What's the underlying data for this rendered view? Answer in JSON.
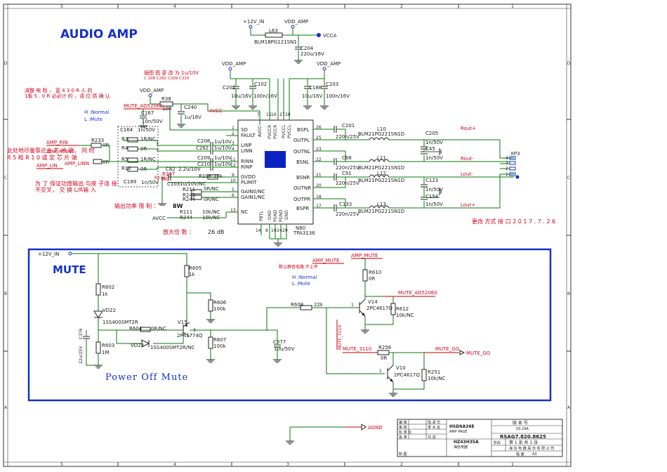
{
  "titles": {
    "audio_amp": "AUDIO AMP",
    "mute": "MUTE",
    "power_off_mute": "Power Off Mute"
  },
  "border": {
    "cols_top": [
      "5",
      "4",
      "3",
      "2",
      "1"
    ],
    "cols_bottom": [
      "5",
      "4",
      "3",
      "2",
      "1"
    ],
    "rows": [
      "D",
      "C",
      "B",
      "A"
    ]
  },
  "power": {
    "v12_top": "+12V_IN",
    "vdd_amp_top": "VDD_AMP",
    "vdd_amp_mid1": "VDD_AMP",
    "vdd_amp_mid2": "VDD_AMP",
    "vdd_amp_left": "VDD_AMP",
    "vcca": "VCCA",
    "avcc1": "AVCC",
    "avcc2": "AVCC",
    "v12_mute": "+12V_IN"
  },
  "top_parts": {
    "l63": "L63",
    "l63_val": "BLM18PG121SN1",
    "c204": "C204",
    "c204_val": "220u/16V",
    "c202": "C202",
    "c202_val": "10u/16V",
    "c102": "C102",
    "c102_val": "100n/16V",
    "c188": "C188",
    "c188_val": "10u/16V",
    "c203": "C203",
    "c203_val": "100n/16V",
    "r38": "R38",
    "r38_val": "10R",
    "c240": "C240",
    "c240_val": "1u/16V"
  },
  "notes": {
    "change_1": "插图 图 更 改 为 1u/10V",
    "change_1b": "C 208  C262  C209  C210",
    "change_2": "减整 电 阻 ， 蓝 4 3 0 R 人 的",
    "change_2b": "1板 5 . 0 R 必必计 的 ，请 位 质 确 认",
    "near_chip_1": "此处地尽量靠近主 芯 片 端， 同  时",
    "near_chip_2": "R 5 和 R 1 0 或 定 芯 片 端",
    "output_1": "为 了 保证功放输出 与座  子连  接",
    "output_2": "不交叉， 交 换 L/R输 入",
    "power_limit": "输出功率 限  制 ：",
    "power_limit_val": "8W",
    "gain": "放大倍 数  ：",
    "gain_val": "26 dB",
    "interface": "更改 方式 接 口 2 0 1 7 . 7 . 2 6",
    "default_mute": "默认静音电路 不上件",
    "hl_top_h": "H :Normal",
    "hl_top_l": "L :Mute",
    "hl_mid_h": "H :Normal",
    "hl_mid_l": "L :Mute"
  },
  "chip": {
    "ref": "N80",
    "part": "TPA3136",
    "left_pins": [
      {
        "num": "1",
        "name": "SD"
      },
      {
        "num": "2",
        "name": "FAULT"
      },
      {
        "num": "3",
        "name": "LINP"
      },
      {
        "num": "4",
        "name": "LINN"
      },
      {
        "num": "11",
        "name": "RINN"
      },
      {
        "num": "12",
        "name": "RINP"
      },
      {
        "num": "9",
        "name": "GVDD"
      },
      {
        "num": "10",
        "name": "PLIMIT"
      },
      {
        "num": "5",
        "name": "GAIN0/NC"
      },
      {
        "num": "6",
        "name": "GAIN1/NC"
      },
      {
        "num": "13",
        "name": "NC"
      }
    ],
    "right_pins": [
      {
        "num": "26",
        "name": "BSPL"
      },
      {
        "num": "25",
        "name": "OUTPL"
      },
      {
        "num": "23",
        "name": "OUTNL"
      },
      {
        "num": "22",
        "name": "BSNL"
      },
      {
        "num": "21",
        "name": "BSNR"
      },
      {
        "num": "20",
        "name": "OUTNR"
      },
      {
        "num": "18",
        "name": "OUTPR"
      },
      {
        "num": "17",
        "name": "BSPR"
      }
    ],
    "top_pins": [
      {
        "num": "7",
        "name": "AVCC"
      },
      {
        "num": "15",
        "name": "PVCCR"
      },
      {
        "num": "16",
        "name": "PVCCR"
      },
      {
        "num": "27",
        "name": "PVCCL"
      },
      {
        "num": "28",
        "name": "PVCCL"
      }
    ],
    "bottom_pins": [
      {
        "num": "14",
        "name": "PBTL"
      },
      {
        "num": "8",
        "name": "GND"
      },
      {
        "num": "19",
        "name": "PGND"
      },
      {
        "num": "24",
        "name": "PGND"
      },
      {
        "num": "29",
        "name": "GND"
      }
    ]
  },
  "input_parts": {
    "mute_ad": "MUTE_AD52060",
    "c167": "C167",
    "c167_val": "10n/50V",
    "c164": "C164",
    "c164_val": "1n/50V",
    "amp_rin": "AMP_RIN",
    "amp_rinn": "AMP_RINN",
    "amp_lin": "AMP_LIN",
    "amp_linn": "AMP_LINN",
    "r233": "R233",
    "r_0r": "0R",
    "r3": "R3",
    "r4": "R4",
    "r5": "R5",
    "r10": "R10",
    "r3_val": "1R/NC",
    "r4_val": "0R",
    "r5_val": "1R/NC",
    "r10_val": "0R",
    "c189": "C189",
    "c189_val": "1n/50V",
    "c208": "C208",
    "c262": "C262",
    "c209": "C209",
    "c210": "C210",
    "cap_1u10v": "1u/10V",
    "c82": "C82",
    "c82_val": "2.2u/10V",
    "c103": "C103",
    "c103_val": "1u/10V/NC",
    "r198": "R198",
    "r198_val": "27k",
    "r197": "R197",
    "r197_val": "NC",
    "r232": "R232",
    "r211": "R211",
    "r211_val": "0R/NC",
    "r243": "R243",
    "r244": "R244",
    "r244_val": "0R/NC",
    "r111": "R111",
    "r111_val": "10k/NC",
    "r244b": "R244",
    "r244b_val": "10k/NC"
  },
  "output_parts": {
    "c201": "C201",
    "c66": "C66",
    "c91": "C91",
    "c133": "C133",
    "cap_220n": "220n/25V",
    "l10": "L10",
    "l11": "L11",
    "l12": "L12",
    "l13": "L13",
    "l_val": "BLM21PG221SN1D",
    "c205": "C205",
    "c45": "C45",
    "c123": "C123",
    "c154": "C154",
    "cap_1n50v": "1n/50V",
    "rout_p": "Rout+",
    "rout_m": "Rout-",
    "lout_m": "Lout-",
    "lout_p": "Lout+",
    "xp3": "XP3",
    "xp3_pins": [
      "4",
      "3",
      "2",
      "1"
    ]
  },
  "mute_parts": {
    "r602": "R602",
    "r602_val": "1k",
    "vd22": "VD22",
    "vd22_val": "1SS400SMT2R",
    "r603": "R603",
    "r603_val": "1M",
    "c376": "C376",
    "c376_val": "22u/25V",
    "r605": "R605",
    "r605_val": "1k",
    "r606": "R606",
    "r606_val": "100k",
    "v15": "V15",
    "v15_val": "2PA1774Q",
    "r604": "R604",
    "r604_val": "0R/NC",
    "vd23": "VD23",
    "vd23_val": "1SS400SMT2R/NC",
    "r607": "R607",
    "r607_val": "100k",
    "c377": "C377",
    "c377_val": "10u/50V",
    "r608": "R608",
    "r608_val": "22k",
    "amp_mute": "AMP_MUTE",
    "r610": "R610",
    "r610_val": "0R",
    "mute_ad52060": "MUTE_AD52060",
    "v14": "V14",
    "v14_val": "2PC4617Q",
    "r612": "R612",
    "r612_val": "10k/NC",
    "mute_3110_v": "MUTE_3110",
    "mute_3110_h": "MUTE_3110",
    "r256": "R256",
    "r256_val": "0R",
    "mute_gg": "MUTE_GG",
    "v10": "V10",
    "v10_val": "2PC4617Q",
    "r251": "R251",
    "r251_val": "10k/NC",
    "agnd": "AGND"
  },
  "title_block": {
    "rows_left": [
      "编 辑",
      "审 核",
      "标 准 化",
      "批 准"
    ],
    "names": [
      "陆 承 华",
      "李 木 友",
      "",
      "刘 进"
    ],
    "model": "HSD6A36E",
    "page_name": "AMP PAGE",
    "drawing_no": "RSAG7.820.8625",
    "version_lbl": "版 本 号",
    "version_val": "V0.29A",
    "board": "HZ43H35A",
    "board_sub": "海信电器",
    "sheet_lbl": "第 1 张   共 1 张",
    "stage_lbl": "阶段",
    "company": "海 信 电 器 股 份 有 限 公 司",
    "size_lbl": "幅 面",
    "size_val": "A3",
    "drawn": "制 图"
  },
  "colors": {
    "wire": "#0a7a0a",
    "net_label": "#d0021b",
    "title": "#1530c8"
  }
}
